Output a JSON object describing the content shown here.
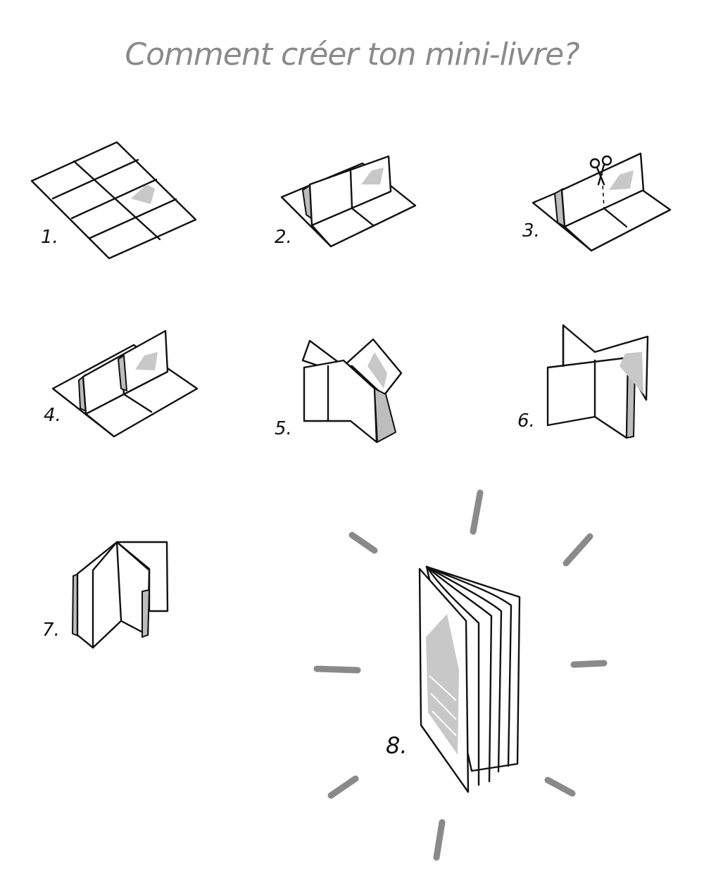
{
  "title": "Comment créer ton mini-livre?",
  "steps": [
    "1.",
    "2.",
    "3.",
    "4.",
    "5.",
    "6.",
    "7.",
    "8."
  ],
  "colors": {
    "title": "#8a8a8a",
    "line": "#111111",
    "shade": "#bdbdbd",
    "rays": "#8a8a8a"
  }
}
